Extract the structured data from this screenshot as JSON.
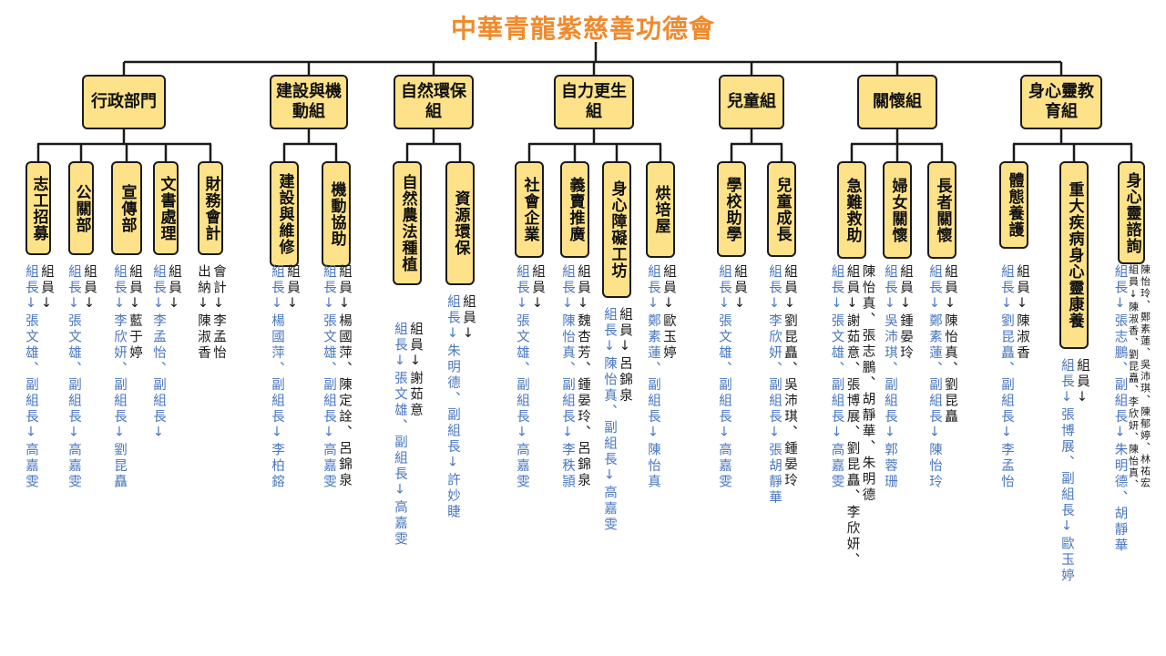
{
  "title": "中華青龍紫慈善功德會",
  "departments": [
    {
      "name": "行政部門",
      "subs": [
        {
          "name": "志工招募",
          "lines": [
            {
              "t": "組員↓",
              "c": "bk"
            },
            {
              "t": "組長↓張文雄、副組長↓高嘉雯",
              "c": "bl"
            }
          ]
        },
        {
          "name": "公關部",
          "lines": [
            {
              "t": "組員↓",
              "c": "bk"
            },
            {
              "t": "組長↓張文雄、副組長↓高嘉雯",
              "c": "bl"
            }
          ]
        },
        {
          "name": "宣傳部",
          "lines": [
            {
              "t": "組員↓藍于婷",
              "c": "bk"
            },
            {
              "t": "組長↓李欣妍、副組長↓劉昆矗",
              "c": "bl"
            }
          ]
        },
        {
          "name": "文書處理",
          "lines": [
            {
              "t": "組員↓",
              "c": "bk"
            },
            {
              "t": "組長↓李孟怡、副組長↓",
              "c": "bl"
            }
          ]
        },
        {
          "name": "財務會計",
          "lines": [
            {
              "t": "會計↓李孟怡",
              "c": "bk"
            },
            {
              "t": "出納↓陳淑香",
              "c": "bk"
            }
          ]
        }
      ]
    },
    {
      "name": "建設與機動組",
      "subs": [
        {
          "name": "建設與維修",
          "lines": [
            {
              "t": "組員↓",
              "c": "bk"
            },
            {
              "t": "組長↓楊國萍、副組長↓李柏鎔",
              "c": "bl"
            }
          ]
        },
        {
          "name": "機動協助",
          "lines": [
            {
              "t": "組員↓楊國萍、陳定詮、呂錦泉",
              "c": "bk"
            },
            {
              "t": "組長↓張文雄、副組長↓高嘉雯",
              "c": "bl"
            }
          ]
        }
      ]
    },
    {
      "name": "自然環保組",
      "subs": [
        {
          "name": "自然農法種植",
          "lines": [
            {
              "t": "組員↓謝茹意",
              "c": "bk"
            },
            {
              "t": "組長↓張文雄、副組長↓高嘉雯",
              "c": "bl"
            }
          ]
        },
        {
          "name": "資源環保",
          "lines": [
            {
              "t": "組員↓",
              "c": "bk"
            },
            {
              "t": "組長↓朱明德、副組長↓許妙睫",
              "c": "bl"
            }
          ]
        }
      ]
    },
    {
      "name": "自力更生組",
      "subs": [
        {
          "name": "社會企業",
          "lines": [
            {
              "t": "組員↓",
              "c": "bk"
            },
            {
              "t": "組長↓張文雄、副組長↓高嘉雯",
              "c": "bl"
            }
          ]
        },
        {
          "name": "義賣推廣",
          "lines": [
            {
              "t": "組員↓魏杏芳、鍾晏玲、呂錦泉",
              "c": "bk"
            },
            {
              "t": "組長↓陳怡真、副組長↓李秩頴",
              "c": "bl"
            }
          ]
        },
        {
          "name": "身心障礙工坊",
          "lines": [
            {
              "t": "組員↓呂錦泉",
              "c": "bk"
            },
            {
              "t": "組長↓陳怡真、副組長↓高嘉雯",
              "c": "bl"
            }
          ]
        },
        {
          "name": "烘培屋",
          "lines": [
            {
              "t": "組員↓歐玉婷",
              "c": "bk"
            },
            {
              "t": "組長↓鄭素蓮、副組長↓陳怡真",
              "c": "bl"
            }
          ]
        }
      ]
    },
    {
      "name": "兒童組",
      "subs": [
        {
          "name": "學校助學",
          "lines": [
            {
              "t": "組員↓",
              "c": "bk"
            },
            {
              "t": "組長↓張文雄、副組長↓高嘉雯",
              "c": "bl"
            }
          ]
        },
        {
          "name": "兒童成長",
          "lines": [
            {
              "t": "組員↓劉昆矗、吳沛琪、鍾晏玲",
              "c": "bk"
            },
            {
              "t": "組長↓李欣妍、副組長↓張胡靜華",
              "c": "bl"
            }
          ]
        }
      ]
    },
    {
      "name": "關懷組",
      "subs": [
        {
          "name": "急難救助",
          "lines": [
            {
              "t": "陳怡真、張志鵬、胡靜華、朱明德",
              "c": "bk"
            },
            {
              "t": "組員↓謝茹意、張博展、劉昆矗、李欣妍、",
              "c": "bk"
            },
            {
              "t": "組長↓張文雄、副組長↓高嘉雯",
              "c": "bl"
            }
          ]
        },
        {
          "name": "婦女關懷",
          "lines": [
            {
              "t": "組員↓鍾晏玲",
              "c": "bk"
            },
            {
              "t": "組長↓吳沛琪、副組長↓郭蓉珊",
              "c": "bl"
            }
          ]
        },
        {
          "name": "長者關懷",
          "lines": [
            {
              "t": "組員↓陳怡真、劉昆矗",
              "c": "bk"
            },
            {
              "t": "組長↓鄭素蓮、副組長↓陳怡玲",
              "c": "bl"
            }
          ]
        }
      ]
    },
    {
      "name": "身心靈教育組",
      "subs": [
        {
          "name": "體態養護",
          "lines": [
            {
              "t": "組員↓陳淑香",
              "c": "bk"
            },
            {
              "t": "組長↓劉昆矗、副組長↓李孟怡",
              "c": "bl"
            }
          ]
        },
        {
          "name": "重大疾病身心靈康養",
          "lines": [
            {
              "t": "組員↓",
              "c": "bk"
            },
            {
              "t": "組長↓張博展、副組長↓歐玉婷",
              "c": "bl"
            }
          ]
        },
        {
          "name": "身心靈諮詢",
          "lines": [
            {
              "t": "陳怡玲、鄭素蓮、吳沛琪、陳郁婷、林祐宏",
              "c": "bk",
              "s": true
            },
            {
              "t": "組員↓陳淑香、劉昆矗、李欣妍、陳怡真、",
              "c": "bk",
              "s": true
            },
            {
              "t": "組長↓張志鵬、副組長↓朱明德、胡靜華",
              "c": "bl"
            }
          ]
        }
      ]
    }
  ]
}
